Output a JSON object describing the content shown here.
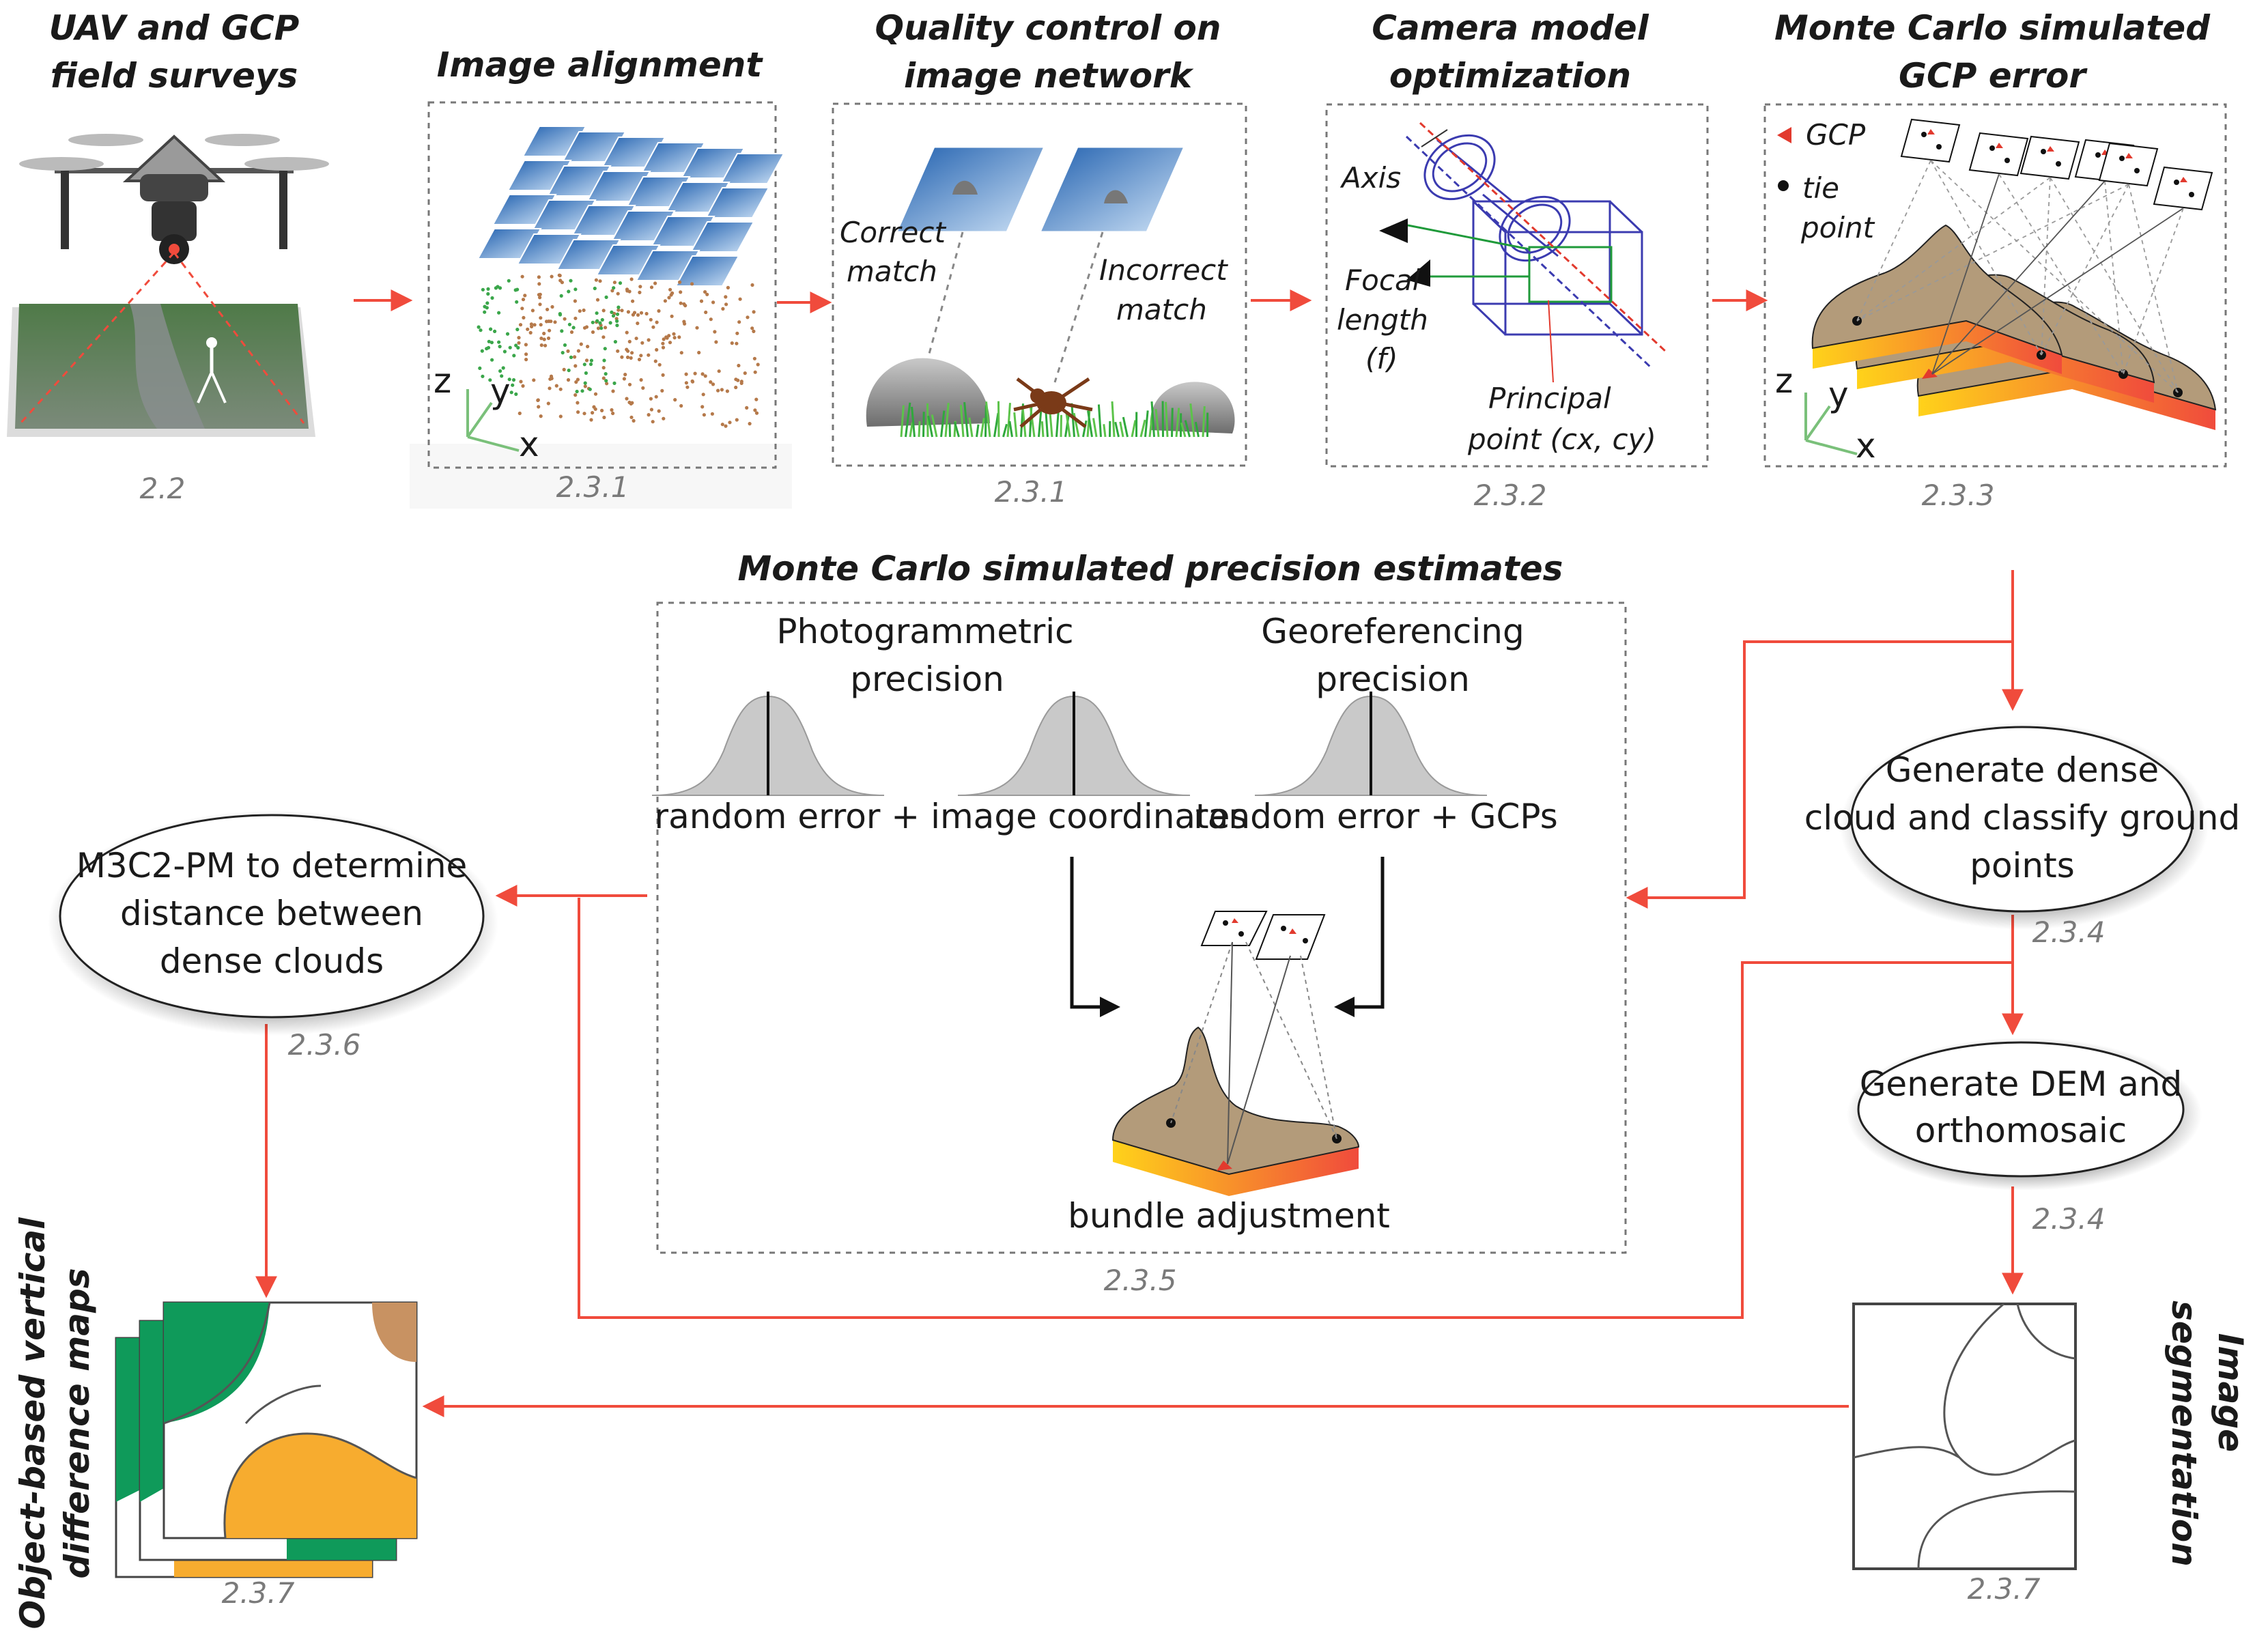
{
  "titles": {
    "uav_1": "UAV and GCP",
    "uav_2": "field surveys",
    "align": "Image alignment",
    "qc_1": "Quality control on",
    "qc_2": "image network",
    "cam_1": "Camera model",
    "cam_2": "optimization",
    "mc_1": "Monte Carlo simulated",
    "mc_2": "GCP error",
    "prec": "Monte Carlo simulated precision estimates",
    "obj_1": "Object-based vertical",
    "obj_2": "difference maps",
    "seg_1": "Image",
    "seg_2": "segmentation"
  },
  "refs": {
    "uav": "2.2",
    "align": "2.3.1",
    "qc": "2.3.1",
    "cam": "2.3.2",
    "mc": "2.3.3",
    "dense": "2.3.4",
    "dem": "2.3.4",
    "prec": "2.3.5",
    "m3c2": "2.3.6",
    "obj": "2.3.7",
    "seg": "2.3.7"
  },
  "labels": {
    "axis_z": "z",
    "axis_y": "y",
    "axis_x": "x",
    "correct_1": "Correct",
    "correct_2": "match",
    "incorrect_1": "Incorrect",
    "incorrect_2": "match",
    "axis": "Axis",
    "focal_1": "Focal",
    "focal_2": "length",
    "focal_3": "(f)",
    "pp_1": "Principal",
    "pp_2": "point (cx, cy)",
    "gcp": "GCP",
    "tie_1": "tie",
    "tie_2": "point"
  },
  "precision": {
    "photo_1": "Photogrammetric",
    "photo_2": "precision",
    "geo_1": "Georeferencing",
    "geo_2": "precision",
    "eq_photo": "random error + image coordinates",
    "eq_geo": "random error + GCPs",
    "bundle": "bundle adjustment"
  },
  "ovals": {
    "dense_1": "Generate dense",
    "dense_2": "cloud and classify ground",
    "dense_3": "points",
    "dem_1": "Generate DEM and",
    "dem_2": "orthomosaic",
    "m3c2_1": "M3C2-PM to determine",
    "m3c2_2": "distance between",
    "m3c2_3": "dense clouds"
  },
  "colors": {
    "flow_arrow": "#f04b3c",
    "terrain": "#b39b7a",
    "dem_gradient_start": "#ffd21a",
    "dem_gradient_end": "#f04b3c",
    "photo_blue": "#2a78c8",
    "map_green": "#0f9a5a",
    "map_orange": "#f7ac2f",
    "map_tan": "#c89262"
  }
}
